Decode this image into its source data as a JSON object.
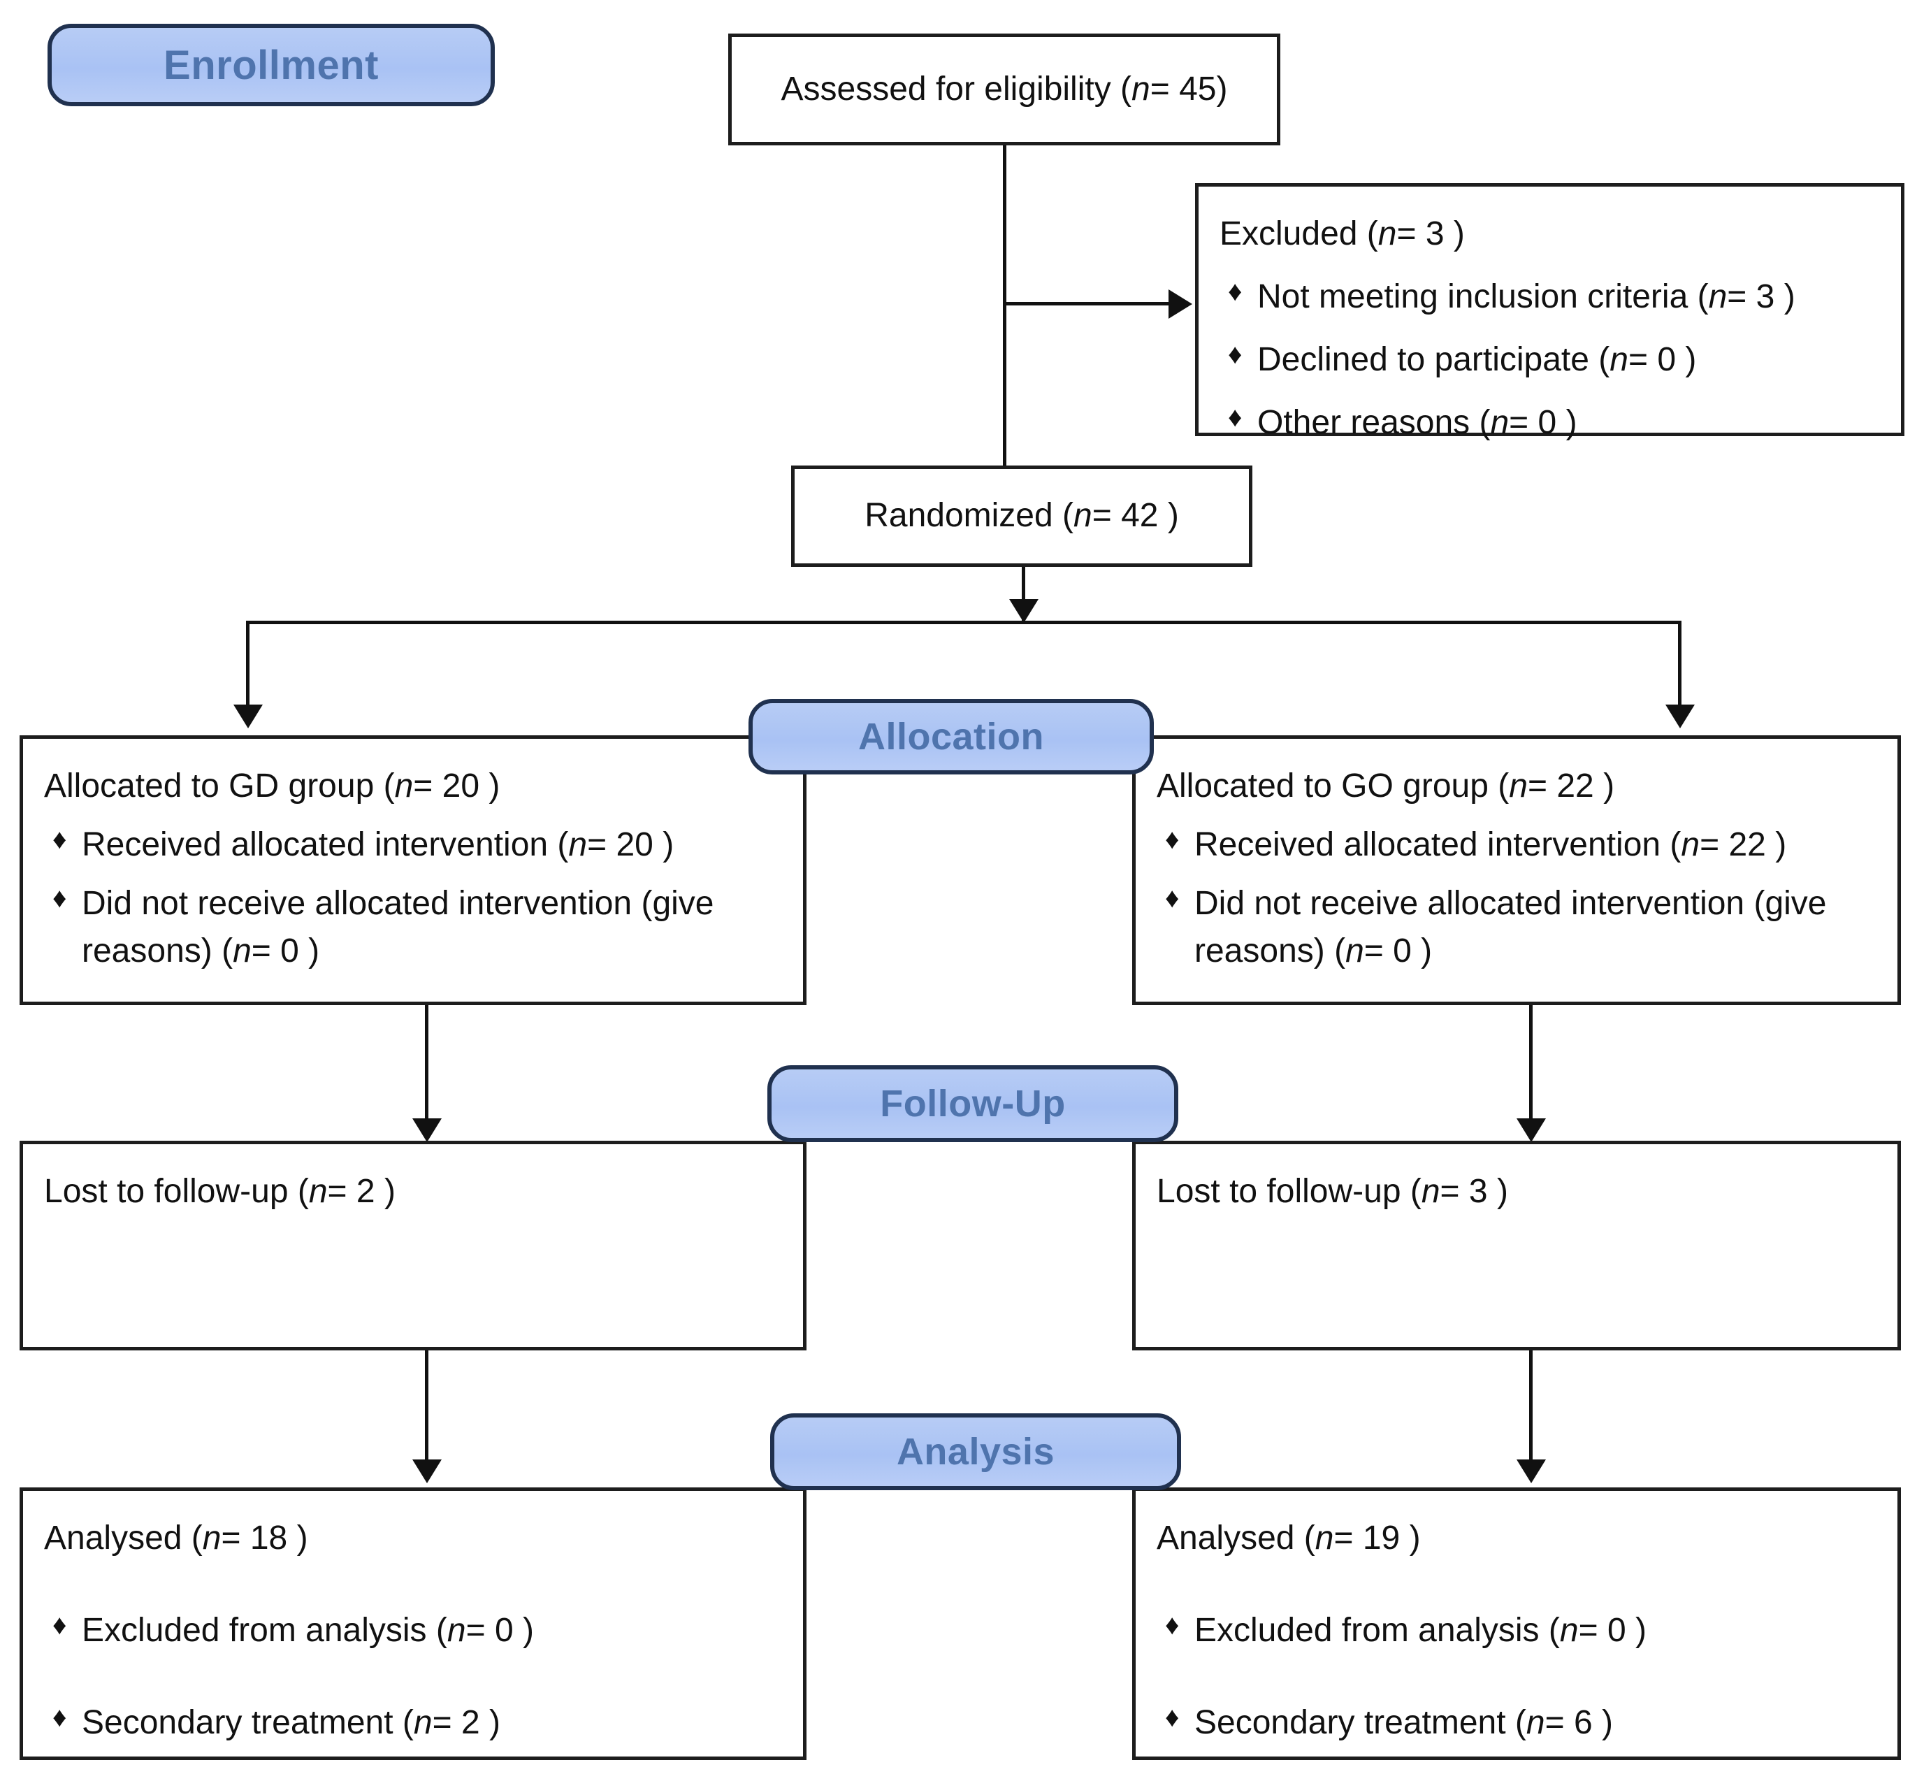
{
  "diagram": {
    "type": "consort-flow-diagram",
    "stages": [
      {
        "id": "enrollment",
        "label": "Enrollment"
      },
      {
        "id": "allocation",
        "label": "Allocation"
      },
      {
        "id": "followup",
        "label": "Follow-Up"
      },
      {
        "id": "analysis",
        "label": "Analysis"
      }
    ],
    "colors": {
      "banner_fill": "#b0c6f5",
      "banner_border": "#20314f",
      "banner_text": "#4f74ad",
      "box_border": "#1d1d1d",
      "box_fill": "#ffffff",
      "text": "#111111",
      "connector": "#111111"
    },
    "bullet_glyph": "♦"
  },
  "enrollment": {
    "assessed": {
      "text_before": "Assessed for eligibility (",
      "n_italic": "n",
      "text_after": "= 45)"
    },
    "excluded": {
      "title_before": "Excluded  (",
      "title_n": "n",
      "title_after": "= 3 )",
      "items": [
        {
          "text_before": "Not meeting inclusion criteria (",
          "n_italic": "n",
          "text_after": "= 3 )"
        },
        {
          "text_before": "Declined to participate (",
          "n_italic": "n",
          "text_after": "= 0 )"
        },
        {
          "text_before": "Other reasons (",
          "n_italic": "n",
          "text_after": "= 0 )"
        }
      ]
    },
    "randomized": {
      "text_before": "Randomized (",
      "n_italic": "n",
      "text_after": "= 42 )"
    }
  },
  "allocation": {
    "left": {
      "title_before": "Allocated to GD group (",
      "title_n": "n",
      "title_after": "= 20 )",
      "items": [
        {
          "text_before": "Received allocated intervention (",
          "n_italic": "n",
          "text_after": "= 20 )"
        },
        {
          "text_before": "Did not receive allocated intervention (give reasons) (",
          "n_italic": "n",
          "text_after": "= 0 )"
        }
      ]
    },
    "right": {
      "title_before": "Allocated to GO group (",
      "title_n": "n",
      "title_after": "= 22 )",
      "items": [
        {
          "text_before": "Received allocated intervention (",
          "n_italic": "n",
          "text_after": "= 22 )"
        },
        {
          "text_before": "Did not receive allocated intervention (give reasons) (",
          "n_italic": "n",
          "text_after": "= 0 )"
        }
      ]
    }
  },
  "followup": {
    "left": {
      "title_before": "Lost to follow-up (",
      "title_n": "n",
      "title_after": "= 2 )"
    },
    "right": {
      "title_before": "Lost to follow-up (",
      "title_n": "n",
      "title_after": "= 3 )"
    }
  },
  "analysis": {
    "left": {
      "title_before": "Analysed  (",
      "title_n": "n",
      "title_after": "= 18 )",
      "items": [
        {
          "text_before": "Excluded from analysis (",
          "n_italic": "n",
          "text_after": "= 0 )"
        },
        {
          "text_before": "Secondary treatment (",
          "n_italic": "n",
          "text_after": "= 2 )"
        }
      ]
    },
    "right": {
      "title_before": "Analysed  (",
      "title_n": "n",
      "title_after": "= 19 )",
      "items": [
        {
          "text_before": "Excluded from analysis (",
          "n_italic": "n",
          "text_after": "= 0 )"
        },
        {
          "text_before": "Secondary treatment (",
          "n_italic": "n",
          "text_after": "= 6 )"
        }
      ]
    }
  },
  "chart_data": {
    "type": "diagram",
    "title": "CONSORT participant flow diagram",
    "nodes": [
      {
        "id": "assessed",
        "stage": "Enrollment",
        "label": "Assessed for eligibility (n= 45)",
        "n": 45
      },
      {
        "id": "excluded",
        "stage": "Enrollment",
        "label": "Excluded (n= 3 )",
        "n": 3,
        "sub": [
          {
            "label": "Not meeting inclusion criteria (n= 3 )",
            "n": 3
          },
          {
            "label": "Declined to participate (n= 0 )",
            "n": 0
          },
          {
            "label": "Other reasons (n= 0 )",
            "n": 0
          }
        ]
      },
      {
        "id": "randomized",
        "stage": "Enrollment",
        "label": "Randomized (n= 42 )",
        "n": 42
      },
      {
        "id": "alloc_gd",
        "stage": "Allocation",
        "label": "Allocated to GD group (n= 20 )",
        "n": 20,
        "sub": [
          {
            "label": "Received allocated intervention (n= 20 )",
            "n": 20
          },
          {
            "label": "Did not receive allocated intervention (give reasons) (n= 0 )",
            "n": 0
          }
        ]
      },
      {
        "id": "alloc_go",
        "stage": "Allocation",
        "label": "Allocated to GO group (n= 22 )",
        "n": 22,
        "sub": [
          {
            "label": "Received allocated intervention (n= 22 )",
            "n": 22
          },
          {
            "label": "Did not receive allocated intervention (give reasons) (n= 0 )",
            "n": 0
          }
        ]
      },
      {
        "id": "follow_gd",
        "stage": "Follow-Up",
        "label": "Lost to follow-up (n= 2 )",
        "n": 2
      },
      {
        "id": "follow_go",
        "stage": "Follow-Up",
        "label": "Lost to follow-up (n= 3 )",
        "n": 3
      },
      {
        "id": "analysis_gd",
        "stage": "Analysis",
        "label": "Analysed (n= 18 )",
        "n": 18,
        "sub": [
          {
            "label": "Excluded from analysis (n= 0 )",
            "n": 0
          },
          {
            "label": "Secondary treatment (n= 2 )",
            "n": 2
          }
        ]
      },
      {
        "id": "analysis_go",
        "stage": "Analysis",
        "label": "Analysed (n= 19 )",
        "n": 19,
        "sub": [
          {
            "label": "Excluded from analysis (n= 0 )",
            "n": 0
          },
          {
            "label": "Secondary treatment (n= 6 )",
            "n": 6
          }
        ]
      }
    ],
    "edges": [
      {
        "from": "assessed",
        "to": "excluded"
      },
      {
        "from": "assessed",
        "to": "randomized"
      },
      {
        "from": "randomized",
        "to": "alloc_gd"
      },
      {
        "from": "randomized",
        "to": "alloc_go"
      },
      {
        "from": "alloc_gd",
        "to": "follow_gd"
      },
      {
        "from": "alloc_go",
        "to": "follow_go"
      },
      {
        "from": "follow_gd",
        "to": "analysis_gd"
      },
      {
        "from": "follow_go",
        "to": "analysis_go"
      }
    ]
  }
}
